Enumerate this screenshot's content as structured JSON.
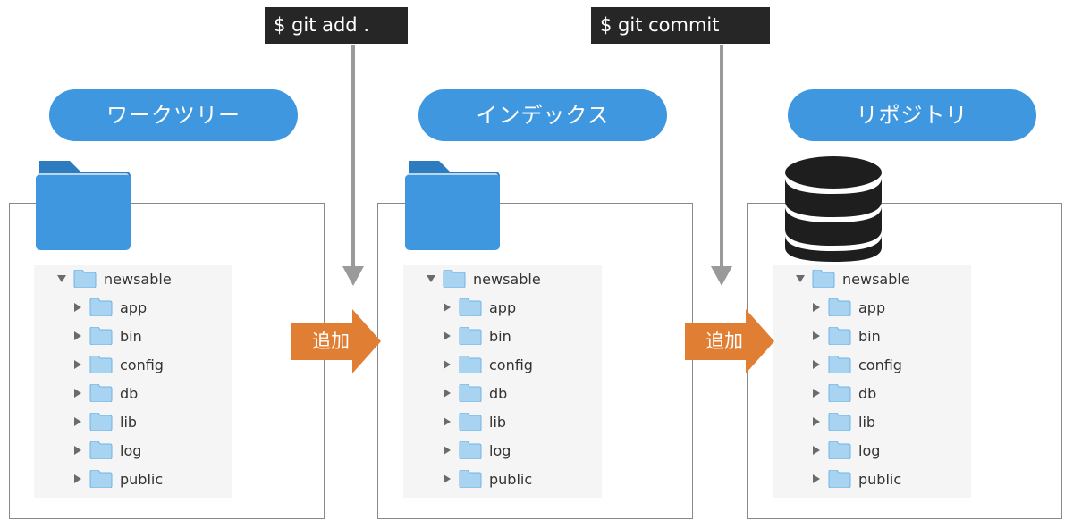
{
  "commands": {
    "add": "$ git add .",
    "commit": "$ git commit"
  },
  "stages": [
    {
      "label": "ワークツリー",
      "icon": "folder-icon",
      "tree": {
        "root": "newsable",
        "children": [
          "app",
          "bin",
          "config",
          "db",
          "lib",
          "log",
          "public"
        ]
      }
    },
    {
      "label": "インデックス",
      "icon": "folder-icon",
      "tree": {
        "root": "newsable",
        "children": [
          "app",
          "bin",
          "config",
          "db",
          "lib",
          "log",
          "public"
        ]
      }
    },
    {
      "label": "リポジトリ",
      "icon": "database-icon",
      "tree": {
        "root": "newsable",
        "children": [
          "app",
          "bin",
          "config",
          "db",
          "lib",
          "log",
          "public"
        ]
      }
    }
  ],
  "arrows": [
    {
      "label": "追加"
    },
    {
      "label": "追加"
    }
  ],
  "colors": {
    "pill": "#3f97e0",
    "step_arrow": "#e07e34",
    "command_bg": "#262626",
    "connector": "#9a9a9a",
    "folder_big": "#3f97e0",
    "folder_big_back": "#2e7cc0",
    "folder_mini": "#a8d4f2",
    "database": "#1e1e1e"
  }
}
